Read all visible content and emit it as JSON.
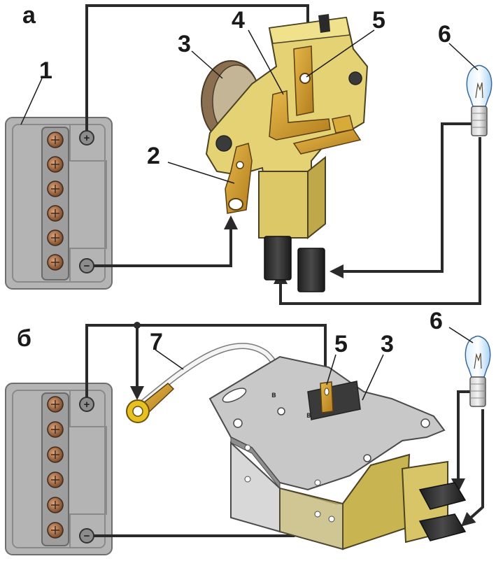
{
  "panels": [
    {
      "letter": "а"
    },
    {
      "letter": "б"
    }
  ],
  "callouts": {
    "battery_1": "1",
    "terminal_2": "2",
    "regulator_3_top": "3",
    "lead_4": "4",
    "terminal_5_top": "5",
    "lamp_6_top": "6",
    "wire_7": "7",
    "terminal_5_bottom": "5",
    "regulator_3_bottom": "3",
    "lamp_6_bottom": "6"
  },
  "symbols": {
    "plus": "+",
    "minus": "−",
    "plate_marks": [
      "B",
      "B"
    ]
  },
  "colors": {
    "wire": "#2a2a2a",
    "battery": "#b7b7b7",
    "regulator_top": "#e8d77a",
    "brass": "#c9962e",
    "metal_plate": "#c4c4c4",
    "contact_block": "#2d2d2d"
  }
}
